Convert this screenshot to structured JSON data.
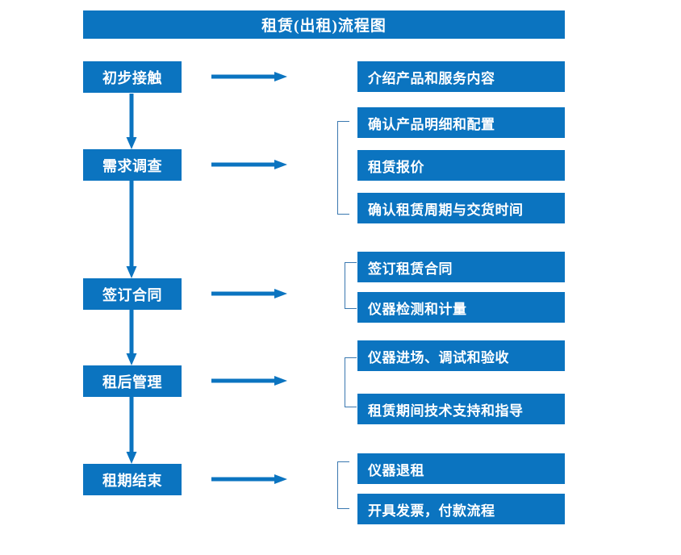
{
  "diagram": {
    "title": "租赁(出租)流程图",
    "accent_color": "#0B74C0",
    "bracket_color": "#3A78B0",
    "text_color": "#FFFFFF",
    "background_color": "#FFFFFF",
    "stages": [
      {
        "id": "stage-1",
        "label": "初步接触"
      },
      {
        "id": "stage-2",
        "label": "需求调查"
      },
      {
        "id": "stage-3",
        "label": "签订合同"
      },
      {
        "id": "stage-4",
        "label": "租后管理"
      },
      {
        "id": "stage-5",
        "label": "租期结束"
      }
    ],
    "details": [
      {
        "id": "detail-1-1",
        "label": "介绍产品和服务内容"
      },
      {
        "id": "detail-2-1",
        "label": "确认产品明细和配置"
      },
      {
        "id": "detail-2-2",
        "label": "租赁报价"
      },
      {
        "id": "detail-2-3",
        "label": "确认租赁周期与交货时间"
      },
      {
        "id": "detail-3-1",
        "label": "签订租赁合同"
      },
      {
        "id": "detail-3-2",
        "label": "仪器检测和计量"
      },
      {
        "id": "detail-4-1",
        "label": "仪器进场、调试和验收"
      },
      {
        "id": "detail-4-2",
        "label": "租赁期间技术支持和指导"
      },
      {
        "id": "detail-5-1",
        "label": "仪器退租"
      },
      {
        "id": "detail-5-2",
        "label": "开具发票，付款流程"
      }
    ],
    "connectors": {
      "horizontal_arrow_icon": "right-arrow-icon",
      "vertical_arrow_icon": "down-arrow-icon",
      "bracket_icon": "group-bracket-icon"
    }
  }
}
